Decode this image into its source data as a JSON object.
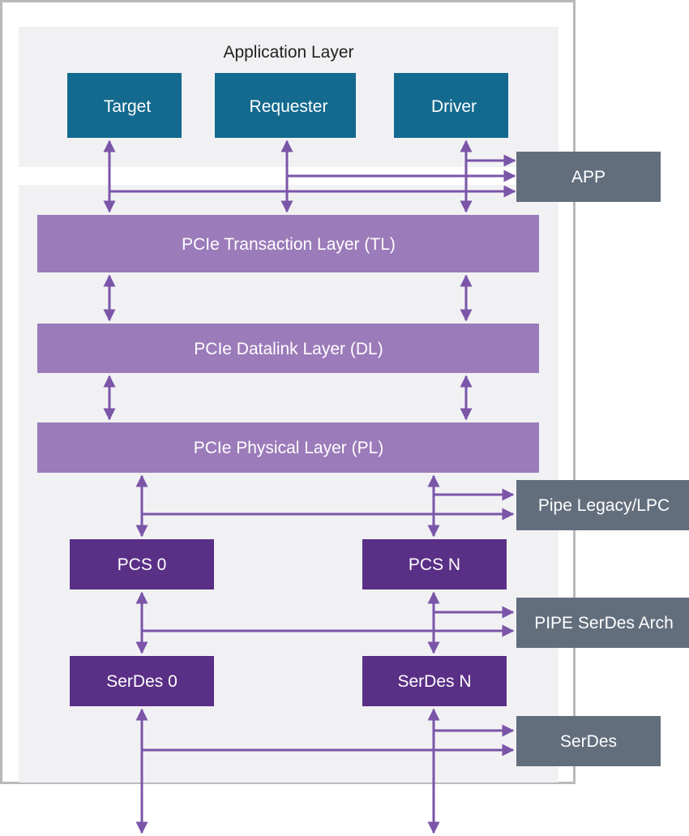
{
  "application_layer": {
    "label": "Application Layer"
  },
  "app_blocks": [
    {
      "id": "target",
      "label": "Target"
    },
    {
      "id": "requester",
      "label": "Requester"
    },
    {
      "id": "driver",
      "label": "Driver"
    }
  ],
  "layers": {
    "transaction": {
      "label": "PCIe Transaction Layer (TL)"
    },
    "datalink": {
      "label": "PCIe Datalink Layer (DL)"
    },
    "physical": {
      "label": "PCIe Physical Layer (PL)"
    }
  },
  "lanes": {
    "pcs0": {
      "label": "PCS 0"
    },
    "pcsN": {
      "label": "PCS N"
    },
    "serdes0": {
      "label": "SerDes 0"
    },
    "serdesN": {
      "label": "SerDes N"
    }
  },
  "interfaces": {
    "app": {
      "label": "APP"
    },
    "pipe_legacy": {
      "label": "Pipe Legacy/LPC"
    },
    "pipe_serdes": {
      "label": "PIPE SerDes Arch"
    },
    "serdes": {
      "label": "SerDes"
    }
  },
  "colors": {
    "frame_border": "#b9b9bb",
    "panel_bg": "#f1f1f4",
    "app_block": "#136a8e",
    "layer_block": "#9b7bb9",
    "lane_block": "#5a2f86",
    "interface_block": "#636e7d",
    "arrow": "#7a55a8",
    "text_dark": "#222222",
    "text_light": "#ffffff"
  }
}
